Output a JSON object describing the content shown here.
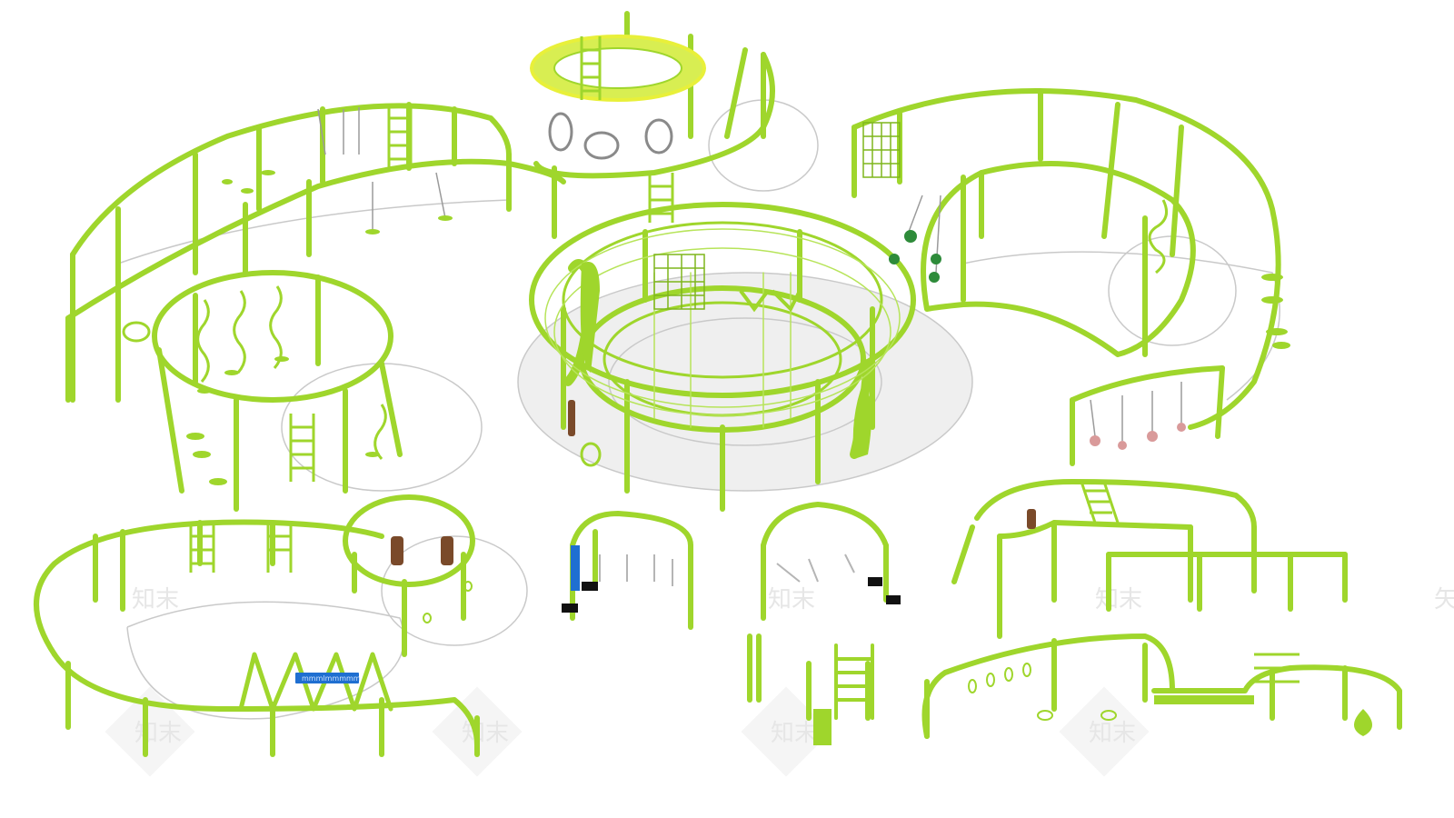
{
  "watermark": {
    "text": "知末",
    "edge_text": "矢"
  },
  "sign": {
    "text": "mmmlmmmmm"
  },
  "colors": {
    "frame": "#9fd62c",
    "frame_dark": "#7fb51c",
    "ring_yellow": "#e8f03a",
    "shadow": "#dcdcdc",
    "ground_line": "#bdbdbd",
    "wood": "#7a4a2a",
    "ball_green": "#2e8b3a",
    "ball_pink": "#d99a9a",
    "panel_blue": "#1f6fd1",
    "metal": "#c8c8c8",
    "black": "#111111"
  }
}
